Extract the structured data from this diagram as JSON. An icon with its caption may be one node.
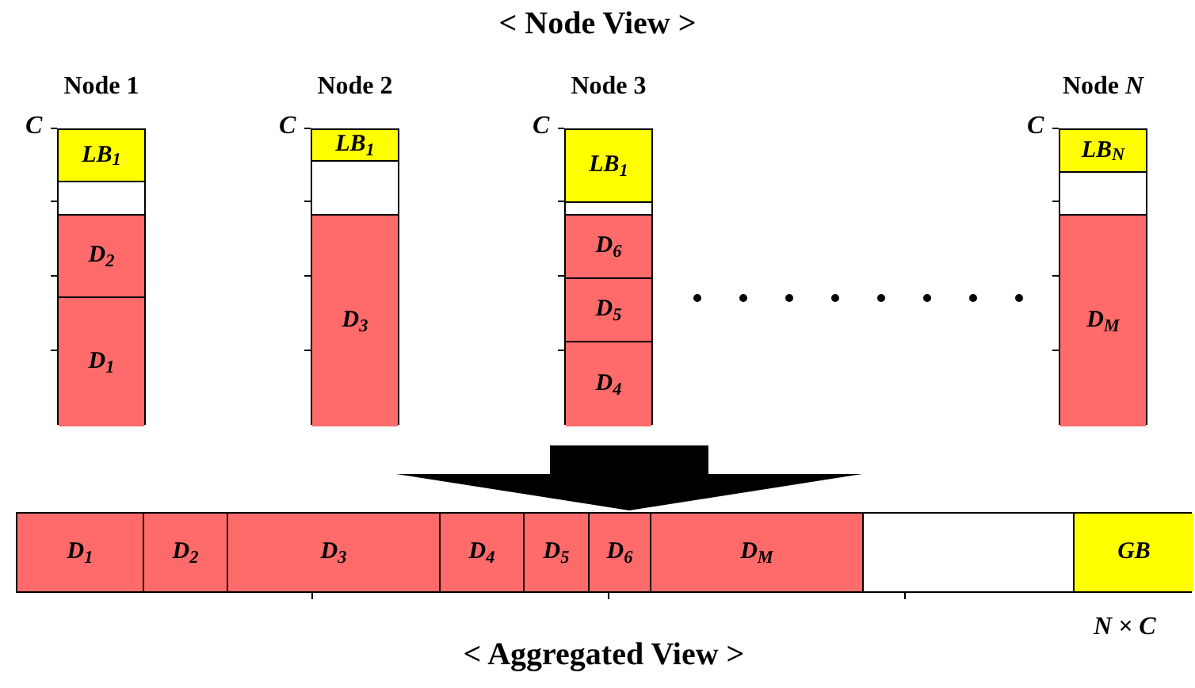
{
  "diagram": {
    "title": "< Node View >",
    "caption": "< Aggregated View >",
    "nodes": [
      {
        "text": [
          "Node 1"
        ]
      },
      {
        "text": [
          "*LB*$_{1}$"
        ],
        "in": 0
      },
      {
        "text": [],
        "shape": "box",
        "in": 0
      },
      {
        "text": [
          "*D*$_{2}$"
        ],
        "in": 0
      },
      {
        "text": [
          "*D*$_{1}$"
        ],
        "in": 0
      },
      {
        "text": [
          "Node 2"
        ]
      },
      {
        "text": [
          "*LB*$_{1}$"
        ],
        "in": 5
      },
      {
        "text": [],
        "shape": "box",
        "in": 5
      },
      {
        "text": [
          "*D*$_{3}$"
        ],
        "in": 5
      },
      {
        "text": [
          "Node 3"
        ]
      },
      {
        "text": [
          "*LB*$_{1}$"
        ],
        "in": 9
      },
      {
        "text": [],
        "shape": "box",
        "in": 9
      },
      {
        "text": [
          "*D*$_{6}$"
        ],
        "in": 9
      },
      {
        "text": [
          "*D*$_{5}$"
        ],
        "in": 9
      },
      {
        "text": [
          "*D*$_{4}$"
        ],
        "in": 9
      },
      {
        "text": [
          "Node *N*"
        ]
      },
      {
        "text": [
          "*LB*$_{N}$"
        ],
        "in": 15
      },
      {
        "text": [],
        "shape": "box",
        "in": 15
      },
      {
        "text": [
          "*D*$_{M}$"
        ],
        "in": 15
      },
      {
        "text": [],
        "shape": "bar"
      },
      {
        "text": [
          "*D*$_{1}$"
        ],
        "in": 19
      },
      {
        "text": [
          "*D*$_{2}$"
        ],
        "in": 19
      },
      {
        "text": [
          "*D*$_{3}$"
        ],
        "in": 19
      },
      {
        "text": [
          "*D*$_{4}$"
        ],
        "in": 19
      },
      {
        "text": [
          "*D*$_{5}$"
        ],
        "in": 19
      },
      {
        "text": [
          "*D*$_{6}$"
        ],
        "in": 19
      },
      {
        "text": [
          "*D*$_{M}$"
        ],
        "in": 19
      },
      {
        "text": [],
        "shape": "box",
        "in": 19
      },
      {
        "text": [
          "*GB*"
        ],
        "in": 19
      }
    ],
    "edges": [
      {
        "from": null,
        "to": 19,
        "arrow": "to"
      }
    ],
    "labels": [
      "C",
      "C",
      "C",
      "C",
      "N × C"
    ]
  }
}
